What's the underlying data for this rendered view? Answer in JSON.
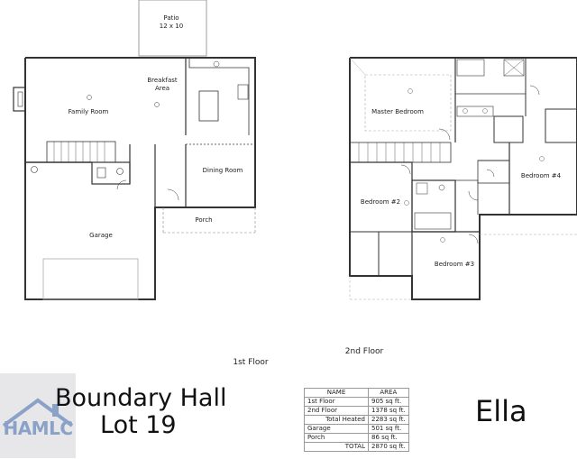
{
  "first_floor": {
    "label": "1st Floor",
    "rooms": {
      "patio": "Patio",
      "patio_size": "12 x 10",
      "breakfast_1": "Breakfast",
      "breakfast_2": "Area",
      "family_room": "Family Room",
      "dining_room": "Dining Room",
      "garage": "Garage",
      "porch": "Porch"
    }
  },
  "second_floor": {
    "label": "2nd Floor",
    "rooms": {
      "master_bedroom": "Master Bedroom",
      "bedroom_2": "Bedroom #2",
      "bedroom_3": "Bedroom #3",
      "bedroom_4": "Bedroom #4"
    }
  },
  "project": {
    "title_line1": "Boundary Hall",
    "title_line2": "Lot 19",
    "model_name": "Ella"
  },
  "logo": {
    "text": "HAMLC"
  },
  "area_table": {
    "headers": {
      "name": "NAME",
      "area": "AREA"
    },
    "rows": [
      {
        "name": "1st Floor",
        "area": "905 sq ft."
      },
      {
        "name": "2nd Floor",
        "area": "1378 sq ft."
      },
      {
        "name": "Total Heated",
        "area": "2283 sq ft."
      },
      {
        "name": "Garage",
        "area": "501 sq ft."
      },
      {
        "name": "Porch",
        "area": "86 sq ft."
      },
      {
        "name": "TOTAL",
        "area": "2870 sq ft."
      }
    ]
  }
}
